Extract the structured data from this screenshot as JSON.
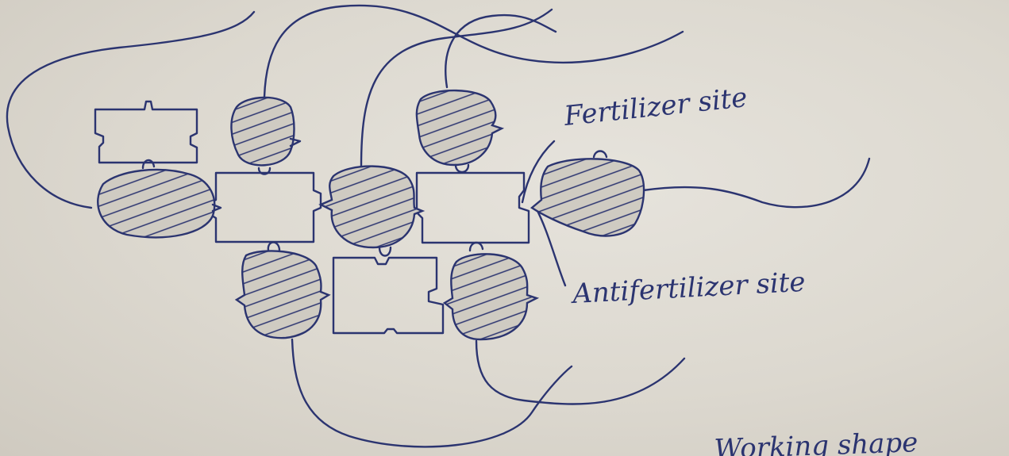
{
  "labels": {
    "fertilizer": "Fertilizer site",
    "antifertilizer": "Antifertilizer site",
    "bottom_scrawl": "Working shape"
  },
  "colors": {
    "paper": "#dcd8cf",
    "ink": "#2b3470"
  }
}
